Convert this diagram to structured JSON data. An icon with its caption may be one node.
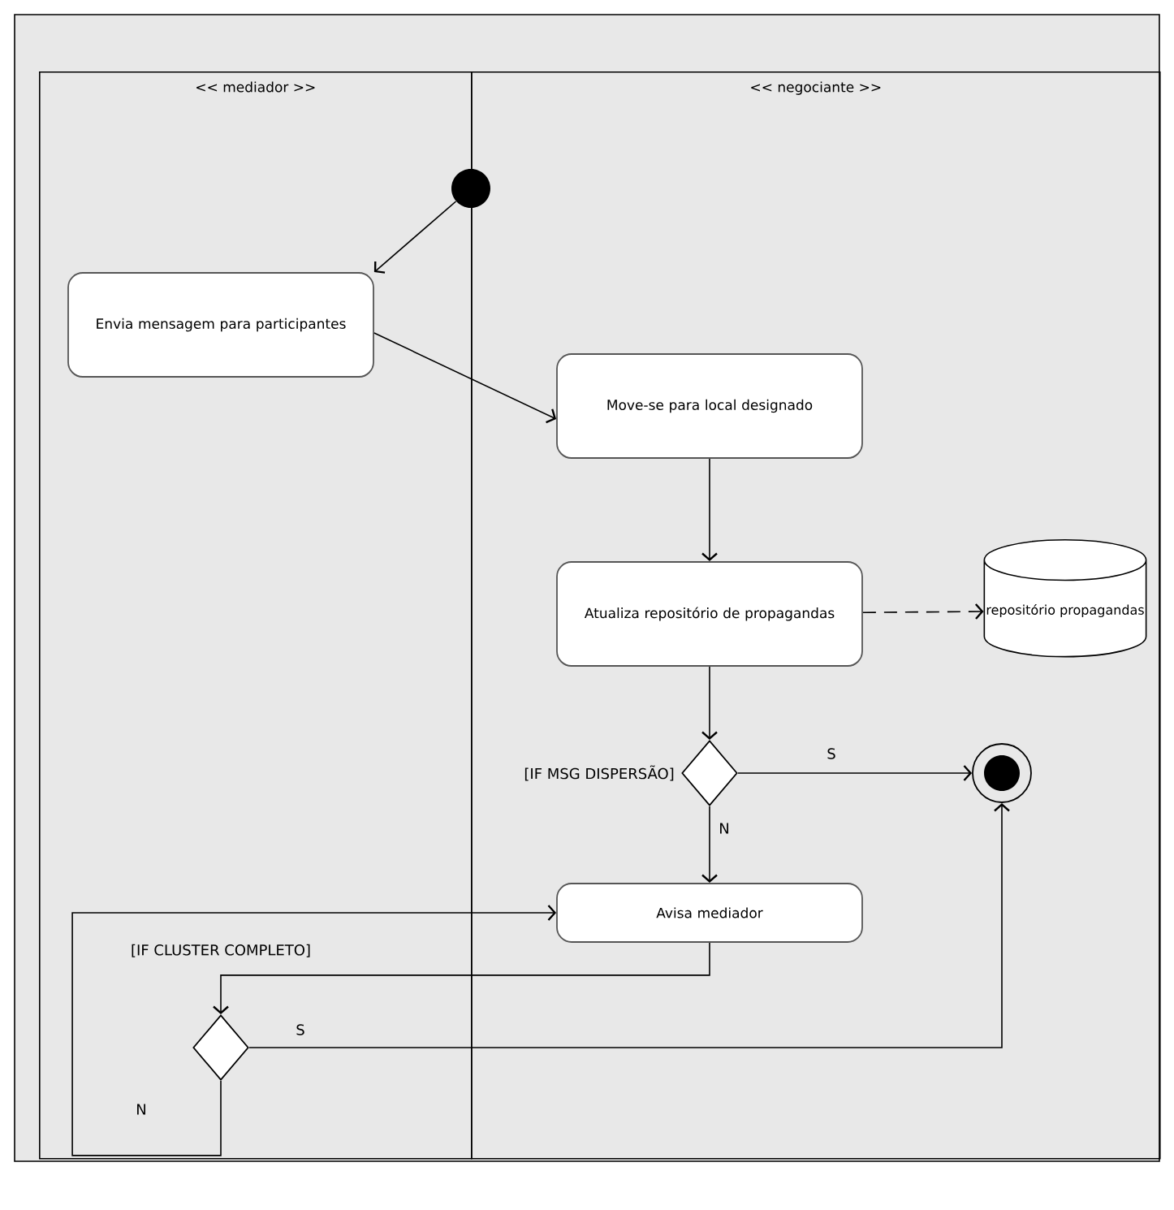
{
  "diagram": {
    "nodes": [
      {
        "text": [
          "<< mediador >>"
        ]
      },
      {
        "text": [
          "<< negociante >>"
        ]
      },
      {
        "text": [],
        "shape": "circle"
      },
      {
        "text": [
          "Envia mensagem para participantes"
        ],
        "in": 0
      },
      {
        "text": [
          "Move-se para local designado"
        ],
        "in": 1
      },
      {
        "text": [
          "Atualiza repositório de propagandas"
        ],
        "in": 1
      },
      {
        "text": [
          "repositório propagandas"
        ],
        "in": 1
      },
      {
        "text": [],
        "shape": "diamond",
        "beside": [
          "[IF MSG DISPERSÃO]"
        ],
        "in": 1
      },
      {
        "text": [],
        "shape": "bullseye",
        "in": 1
      },
      {
        "text": [
          "Avisa mediador"
        ],
        "in": 1
      },
      {
        "text": [],
        "shape": "diamond",
        "beside": [
          "[IF CLUSTER COMPLETO]"
        ],
        "in": 0
      }
    ],
    "edges": [
      {
        "from": 2,
        "to": 3,
        "arrow": "to"
      },
      {
        "from": 3,
        "to": 4,
        "arrow": "to"
      },
      {
        "from": 4,
        "to": 5,
        "arrow": "to"
      },
      {
        "from": 5,
        "to": 6,
        "arrow": "to",
        "style": "dashed"
      },
      {
        "from": 5,
        "to": 7,
        "arrow": "to"
      },
      {
        "from": 7,
        "to": 8,
        "arrow": "to",
        "label": "S"
      },
      {
        "from": 7,
        "to": 9,
        "arrow": "to",
        "label": "N"
      },
      {
        "from": 9,
        "to": 10,
        "arrow": "to"
      },
      {
        "from": 10,
        "to": 8,
        "arrow": "to",
        "label": "S"
      },
      {
        "from": 10,
        "to": 9,
        "arrow": "to",
        "label": "N"
      }
    ]
  }
}
